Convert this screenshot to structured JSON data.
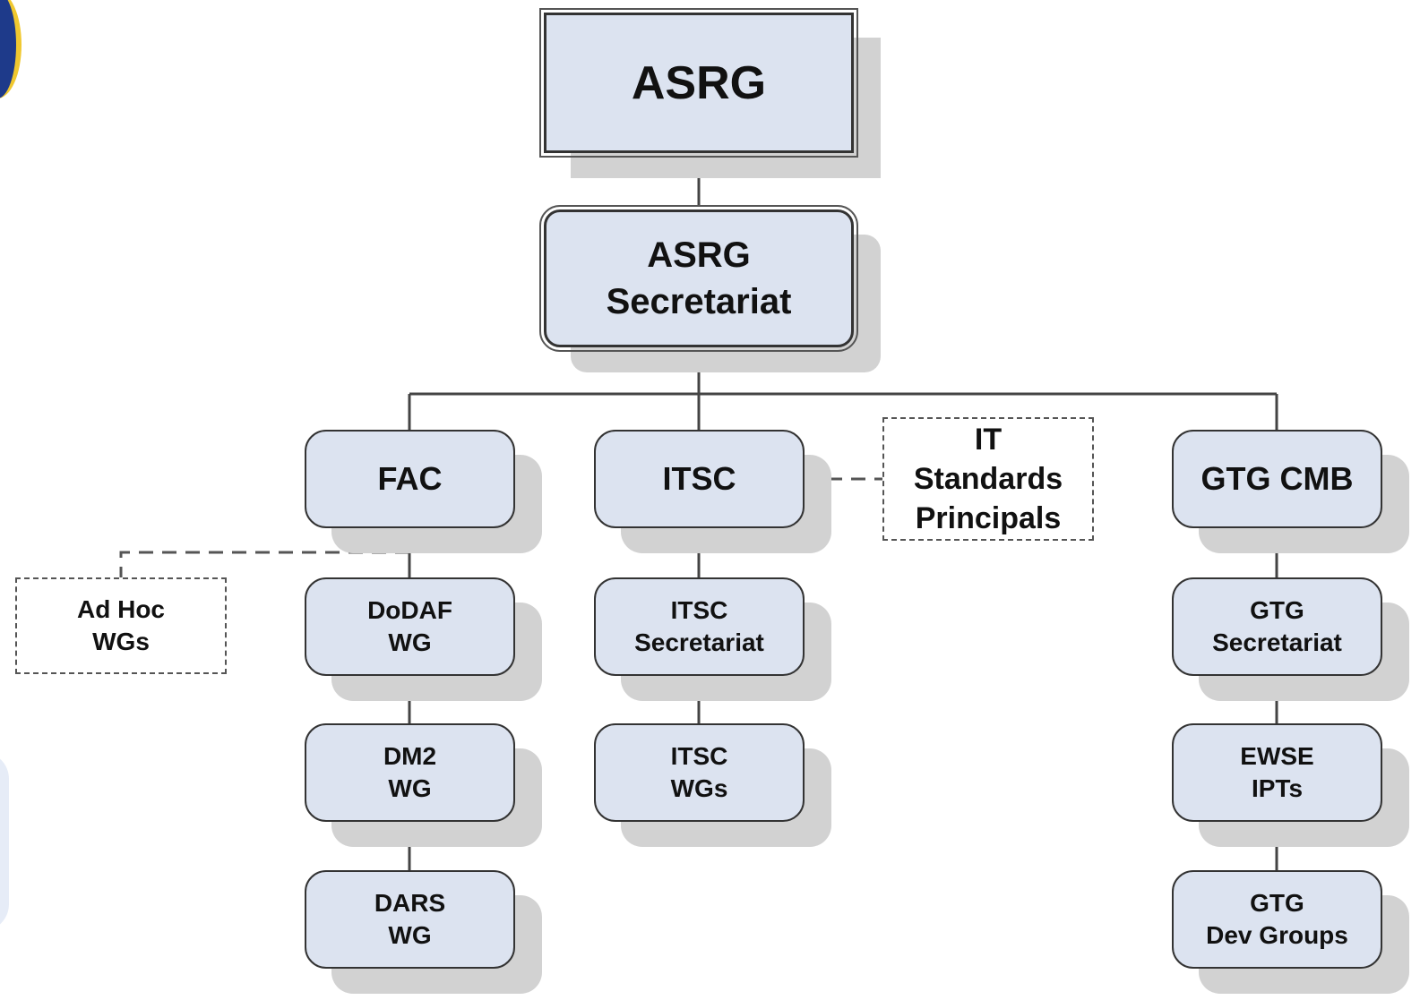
{
  "nodes": {
    "asrg": [
      "ASRG"
    ],
    "asrg_secretariat": [
      "ASRG",
      "Secretariat"
    ],
    "fac": [
      "FAC"
    ],
    "itsc": [
      "ITSC"
    ],
    "it_standards_principals": [
      "IT",
      "Standards",
      "Principals"
    ],
    "gtg_cmb": [
      "GTG CMB"
    ],
    "ad_hoc_wgs": [
      "Ad Hoc",
      "WGs"
    ],
    "dodaf_wg": [
      "DoDAF",
      "WG"
    ],
    "dm2_wg": [
      "DM2",
      "WG"
    ],
    "dars_wg": [
      "DARS",
      "WG"
    ],
    "itsc_secretariat": [
      "ITSC",
      "Secretariat"
    ],
    "itsc_wgs": [
      "ITSC",
      "WGs"
    ],
    "gtg_secretariat": [
      "GTG",
      "Secretariat"
    ],
    "ewse_ipts": [
      "EWSE",
      "IPTs"
    ],
    "gtg_dev_groups": [
      "GTG",
      "Dev Groups"
    ]
  },
  "colors": {
    "box_fill": "#dce3f0",
    "box_border": "#333333",
    "shadow": "#d2d2d2",
    "connector": "#444444"
  }
}
